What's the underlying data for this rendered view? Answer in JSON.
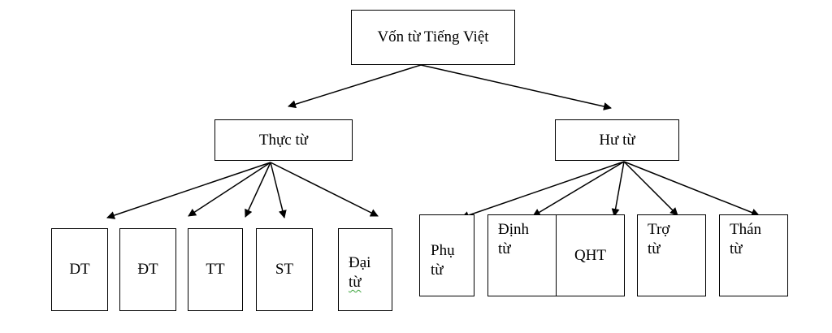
{
  "root": {
    "label": "Vốn từ Tiếng Việt"
  },
  "branches": {
    "left": {
      "label": "Thực từ",
      "children": [
        {
          "label": "DT"
        },
        {
          "label": "ĐT"
        },
        {
          "label": "TT"
        },
        {
          "label": "ST"
        },
        {
          "lines": [
            "Đại",
            "từ"
          ]
        }
      ]
    },
    "right": {
      "label": "Hư từ",
      "children": [
        {
          "lines": [
            "Phụ",
            "từ"
          ]
        },
        {
          "lines": [
            "Định",
            "từ"
          ]
        },
        {
          "label": "QHT"
        },
        {
          "lines": [
            "Trợ",
            "từ"
          ]
        },
        {
          "lines": [
            "Thán",
            "từ"
          ]
        }
      ]
    }
  },
  "colors": {
    "stroke": "#000000",
    "background": "#ffffff",
    "spellcheck_underline": "#3aa33a"
  }
}
